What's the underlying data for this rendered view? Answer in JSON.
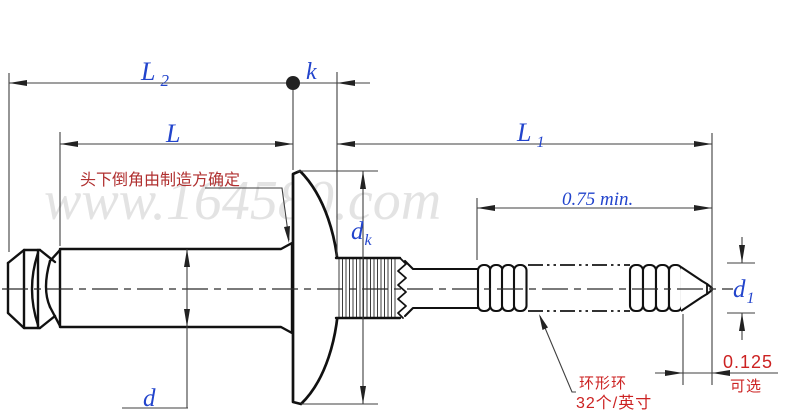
{
  "watermark": "www.164580.com",
  "labels": {
    "l2": {
      "main": "L",
      "sub": "2"
    },
    "k": "k",
    "l": "L",
    "l1": {
      "main": "L",
      "sub": "1"
    },
    "min_grip": "0.75 min.",
    "dk": {
      "main": "d",
      "sub": "k"
    },
    "d": "d",
    "d1": {
      "main": "d",
      "sub": "1"
    },
    "tip_length": "0.125",
    "tip_optional": "可选",
    "note_chamfer": "头下倒角由制造方确定",
    "note_rings_line1": "环形环",
    "note_rings_line2": "32个/英寸"
  },
  "colors": {
    "dimension_blue": "#2244cc",
    "annotation_red": "#b03030",
    "numeric_red": "#cc2222",
    "outline_black": "#111111",
    "dimension_line_gray": "#3f3f3f",
    "watermark_gray": "#c9c9c9"
  }
}
